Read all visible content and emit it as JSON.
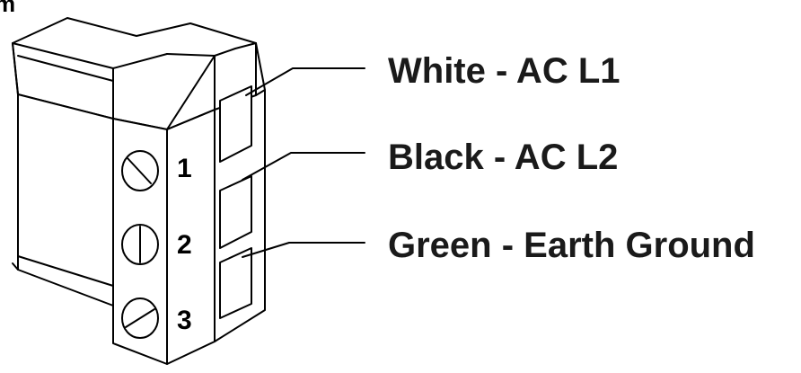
{
  "cropped_text": "m",
  "terminals": [
    {
      "number": "1",
      "wire_label": "White - AC L1"
    },
    {
      "number": "2",
      "wire_label": "Black - AC L2"
    },
    {
      "number": "3",
      "wire_label": "Green - Earth Ground"
    }
  ],
  "colors": {
    "line": "#000000",
    "text": "#1a1a1a",
    "background": "#ffffff"
  }
}
